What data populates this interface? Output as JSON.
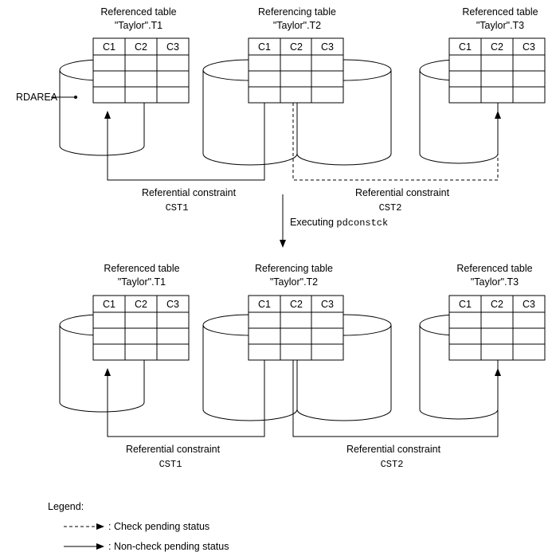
{
  "top": {
    "t1": {
      "title_line1": "Referenced table",
      "title_line2": "\"Taylor\".T1",
      "cols": [
        "C1",
        "C2",
        "C3"
      ]
    },
    "t2": {
      "title_line1": "Referencing table",
      "title_line2": "\"Taylor\".T2",
      "cols": [
        "C1",
        "C2",
        "C3"
      ]
    },
    "t3": {
      "title_line1": "Referenced table",
      "title_line2": "\"Taylor\".T3",
      "cols": [
        "C1",
        "C2",
        "C3"
      ]
    },
    "rdarea_label": "RDAREA",
    "constraint1": {
      "label": "Referential constraint",
      "name": "CST1",
      "status": "non-check"
    },
    "constraint2": {
      "label": "Referential constraint",
      "name": "CST2",
      "status": "check-pending"
    }
  },
  "transition": {
    "label": "Executing",
    "command": "pdconstck"
  },
  "bottom": {
    "t1": {
      "title_line1": "Referenced table",
      "title_line2": "\"Taylor\".T1",
      "cols": [
        "C1",
        "C2",
        "C3"
      ]
    },
    "t2": {
      "title_line1": "Referencing table",
      "title_line2": "\"Taylor\".T2",
      "cols": [
        "C1",
        "C2",
        "C3"
      ]
    },
    "t3": {
      "title_line1": "Referenced table",
      "title_line2": "\"Taylor\".T3",
      "cols": [
        "C1",
        "C2",
        "C3"
      ]
    },
    "constraint1": {
      "label": "Referential constraint",
      "name": "CST1",
      "status": "non-check"
    },
    "constraint2": {
      "label": "Referential constraint",
      "name": "CST2",
      "status": "non-check"
    }
  },
  "legend": {
    "title": "Legend:",
    "check_pending": ": Check pending status",
    "non_check_pending": ": Non-check pending status"
  }
}
